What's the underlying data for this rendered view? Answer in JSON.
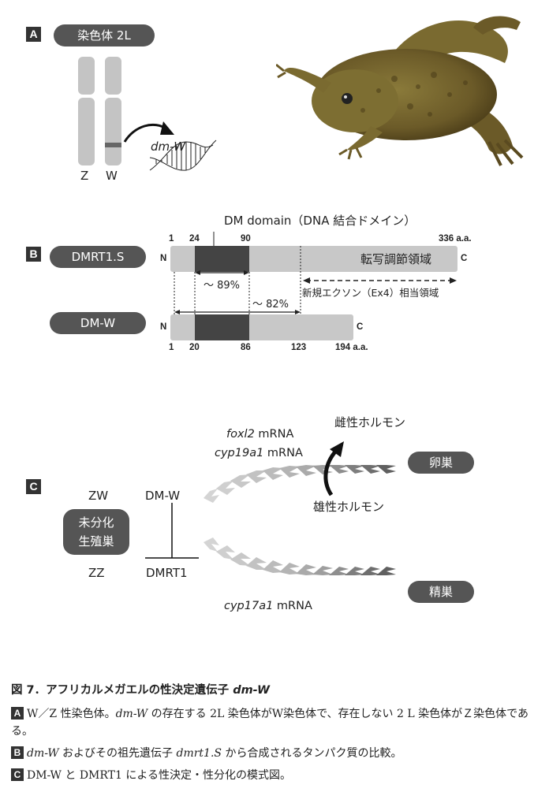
{
  "panel_a": {
    "letter": "A",
    "title": "染色体 2L",
    "chrom_z": "Z",
    "chrom_w": "W",
    "gene": "dm-W"
  },
  "panel_b": {
    "letter": "B",
    "dm_domain_label": "DM domain（DNA 結合ドメイン）",
    "dmrt1": {
      "name": "DMRT1.S",
      "n_term": "N",
      "c_term": "C",
      "pos_start": "1",
      "pos_dm_start": "24",
      "pos_dm_end": "90",
      "pos_end": "336 a.a.",
      "region_label": "転写調節領域"
    },
    "dmw": {
      "name": "DM-W",
      "n_term": "N",
      "c_term": "C",
      "pos_start": "1",
      "pos_dm_start": "20",
      "pos_dm_end": "86",
      "pos_mid": "123",
      "pos_end": "194 a.a."
    },
    "similarity_dm": "～ 89%",
    "similarity_total": "～ 82%",
    "new_exon_label": "新規エクソン（Ex4）相当領域"
  },
  "panel_c": {
    "letter": "C",
    "zw": "ZW",
    "zz": "ZZ",
    "dmw": "DM-W",
    "dmrt1": "DMRT1",
    "gonad_line1": "未分化",
    "gonad_line2": "生殖巣",
    "foxl2": "foxl2",
    "cyp19a1": "cyp19a1",
    "mrna": " mRNA",
    "cyp17a1": "cyp17a1",
    "female_hormone": "雌性ホルモン",
    "male_hormone": "雄性ホルモン",
    "ovary": "卵巣",
    "testis": "精巣"
  },
  "caption": {
    "title_prefix": "図 7．アフリカルメガエルの性決定遺伝子 ",
    "title_gene": "dm-W",
    "a_letter": "A",
    "a_text_1": "W／Z 性染色体。",
    "a_gene": "dm-W",
    "a_text_2": " の存在する 2L 染色体がW染色体で、存在しない 2 L 染色体がＺ染色体である。",
    "b_letter": "B",
    "b_gene1": "dm-W",
    "b_text_1": " およびその祖先遺伝子 ",
    "b_gene2": "dmrt1.S",
    "b_text_2": " から合成されるタンパク質の比較。",
    "c_letter": "C",
    "c_text": "DM-W と DMRT1 による性決定・性分化の模式図。"
  }
}
